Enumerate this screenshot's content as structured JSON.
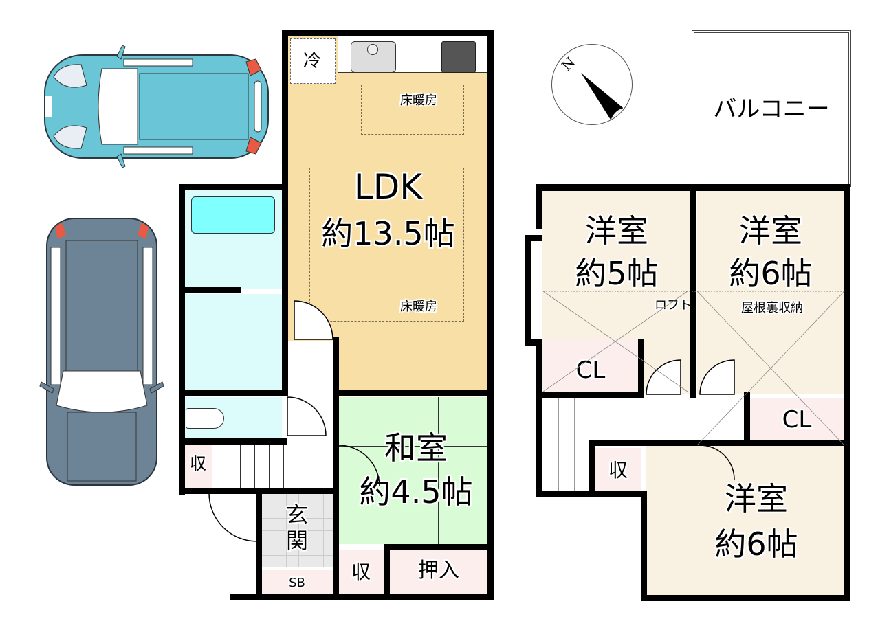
{
  "floorplan": {
    "floor1": {
      "ldk": {
        "name": "LDK",
        "size": "約13.5帖",
        "floor_heating_1": "床暖房",
        "floor_heating_2": "床暖房"
      },
      "fridge": "冷",
      "washitsu": {
        "name": "和室",
        "size": "約4.5帖"
      },
      "genkan": "玄関",
      "shoe_box": "SB",
      "storage_stairs": "収",
      "storage_washitsu": "収",
      "oshiire": "押入"
    },
    "floor2": {
      "room1": {
        "name": "洋室",
        "size": "約5帖",
        "note": "ロフト"
      },
      "room2": {
        "name": "洋室",
        "size": "約6帖",
        "note": "屋根裏収納"
      },
      "room3": {
        "name": "洋室",
        "size": "約6帖"
      },
      "closet1": "CL",
      "closet2": "CL",
      "storage": "収",
      "balcony": "バルコニー"
    },
    "compass": {
      "label": "N"
    },
    "colors": {
      "ldk": "#f7dfa6",
      "washitsu": "#d9fcd6",
      "wet": "#dcfcfc",
      "bath": "#80ffff",
      "storage": "#fdeeee",
      "western": "#f9f2e2",
      "genkan": "#e9e9e9",
      "car_teal": "#6ac5d6",
      "car_gray": "#6d8396",
      "wall": "#000000"
    }
  }
}
